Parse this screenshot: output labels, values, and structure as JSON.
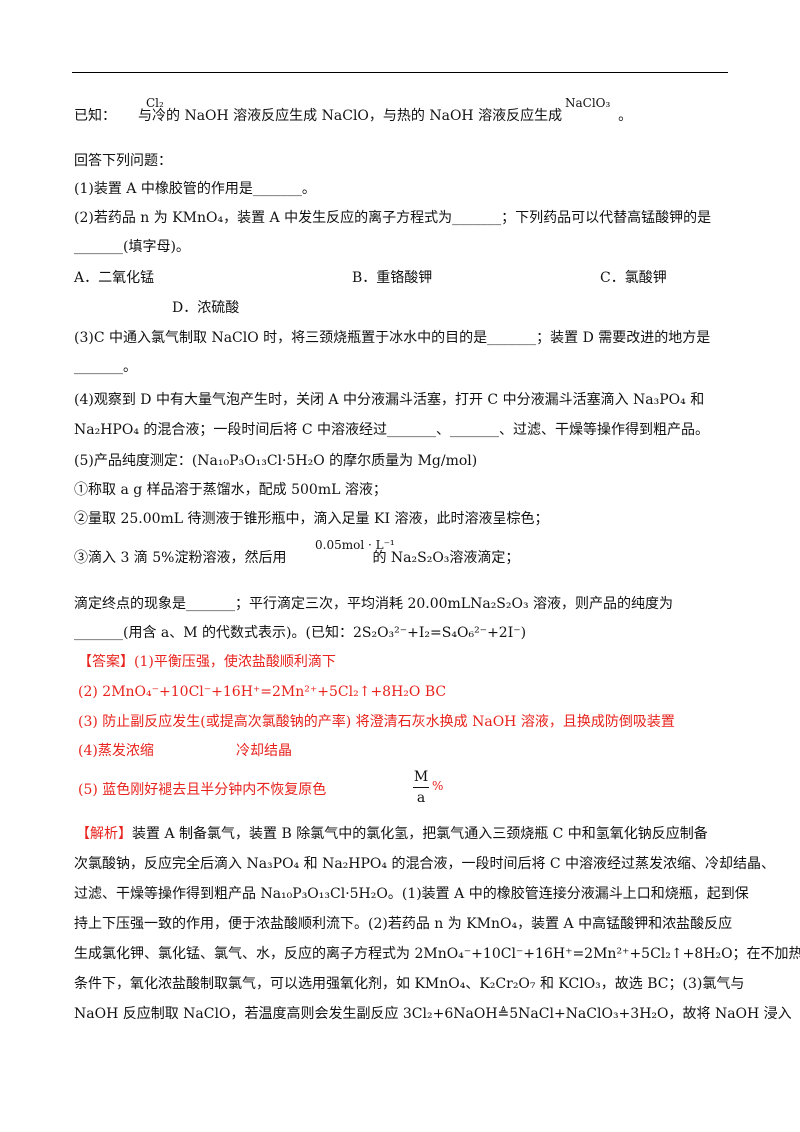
{
  "known": {
    "prefix": "已知：",
    "cl2": "Cl₂",
    "mid": "与冷的 NaOH 溶液反应生成 NaClO，与热的 NaOH 溶液反应生成",
    "naclo3": "NaClO₃",
    "end": "。"
  },
  "intro": "回答下列问题：",
  "q1": "(1)装置 A 中橡胶管的作用是_______。",
  "q2_a": "(2)若药品 n 为 KMnO₄，装置 A 中发生反应的离子方程式为_______；下列药品可以代替高锰酸钾的是",
  "q2_b": "_______(填字母)。",
  "options": {
    "a": "A．二氧化锰",
    "b": "B．重铬酸钾",
    "c": "C．氯酸钾",
    "d": "D．浓硫酸"
  },
  "q3_a": "(3)C 中通入氯气制取 NaClO 时，将三颈烧瓶置于冰水中的目的是_______；装置 D 需要改进的地方是",
  "q3_b": "_______。",
  "q4_a": "(4)观察到 D 中有大量气泡产生时，关闭 A 中分液漏斗活塞，打开 C 中分液漏斗活塞滴入 Na₃PO₄ 和",
  "q4_b": "Na₂HPO₄ 的混合液；一段时间后将 C 中溶液经过_______、_______、过滤、干燥等操作得到粗产品。",
  "q5": "(5)产品纯度测定：(Na₁₀P₃O₁₃Cl·5H₂O 的摩尔质量为 Mg/mol)",
  "step1": "①称取 a g 样品溶于蒸馏水，配成 500mL 溶液；",
  "step2": "②量取 25.00mL 待测液于锥形瓶中，滴入足量 KI 溶液，此时溶液呈棕色；",
  "step3_a": "③滴入 3 滴 5%淀粉溶液，然后用",
  "step3_conc": "0.05mol · L⁻¹",
  "step3_b": "的 Na₂S₂O₃溶液滴定；",
  "end_a": "滴定终点的现象是_______；平行滴定三次，平均消耗 20.00mLNa₂S₂O₃ 溶液，则产品的纯度为",
  "end_b": "_______(用含 a、M 的代数式表示)。(已知：2S₂O₃²⁻+I₂=S₄O₆²⁻+2I⁻)",
  "answer": {
    "a1": "【答案】(1)平衡压强，使浓盐酸顺利滴下",
    "a2": "(2) 2MnO₄⁻+10Cl⁻+16H⁺=2Mn²⁺+5Cl₂↑+8H₂O      BC",
    "a3": "(3) 防止副反应发生(或提高次氯酸钠的产率)      将澄清石灰水换成 NaOH 溶液，且换成防倒吸装置",
    "a4_a": "(4)蒸发浓缩",
    "a4_b": "冷却结晶",
    "a5": "(5) 蓝色刚好褪去且半分钟内不恢复原色",
    "frac_num": "M",
    "frac_den": "a",
    "pct": "%"
  },
  "analysis": {
    "l1": "【解析】装置 A 制备氯气，装置 B 除氯气中的氯化氢，把氯气通入三颈烧瓶 C 中和氢氧化钠反应制备",
    "l2": "次氯酸钠，反应完全后滴入 Na₃PO₄ 和 Na₂HPO₄ 的混合液，一段时间后将 C 中溶液经过蒸发浓缩、冷却结晶、",
    "l3": "过滤、干燥等操作得到粗产品 Na₁₀P₃O₁₃Cl·5H₂O。(1)装置 A 中的橡胶管连接分液漏斗上口和烧瓶，起到保",
    "l4": "持上下压强一致的作用，便于浓盐酸顺利流下。(2)若药品 n 为 KMnO₄，装置 A 中高锰酸钾和浓盐酸反应",
    "l5": "生成氯化钾、氯化锰、氯气、水，反应的离子方程式为 2MnO₄⁻+10Cl⁻+16H⁺=2Mn²⁺+5Cl₂↑+8H₂O；在不加热",
    "l6": "条件下，氧化浓盐酸制取氯气，可以选用强氧化剂，如 KMnO₄、K₂Cr₂O₇ 和 KClO₃，故选 BC；(3)氯气与",
    "l7": "NaOH 反应制取 NaClO，若温度高则会发生副反应 3Cl₂+6NaOH≜5NaCl+NaClO₃+3H₂O，故将 NaOH 浸入"
  }
}
